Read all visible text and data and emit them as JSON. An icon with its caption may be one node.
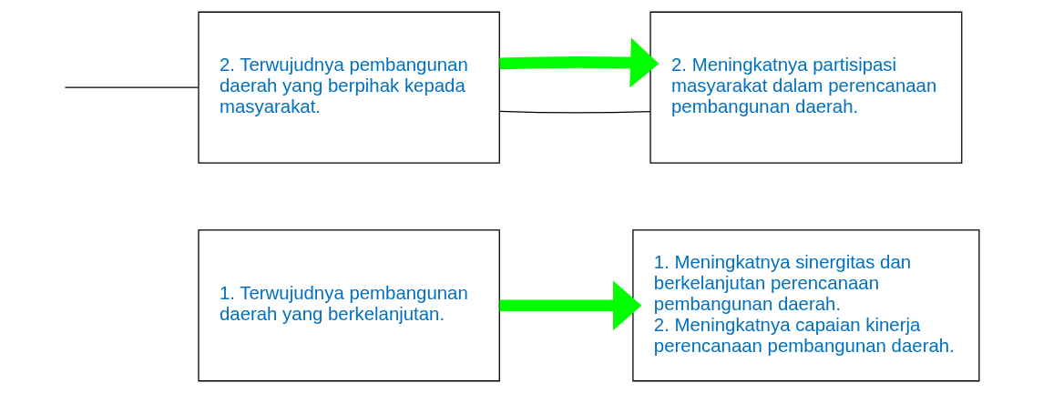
{
  "diagram": {
    "nodes": [
      {
        "text": [
          "1. Terwujudnya pembangunan daerah yang berkelanjutan."
        ]
      },
      {
        "text": [
          "1. Meningkatnya sinergitas dan berkelanjutan perencanaan pembangunan daerah.",
          "2. Meningkatnya capaian kinerja perencanaan pembangunan daerah."
        ]
      },
      {
        "text": [
          "2. Terwujudnya pembangunan daerah yang berpihak kepada masyarakat."
        ]
      },
      {
        "text": [
          "2. Meningkatnya partisipasi masyarakat dalam perencanaan pembangunan daerah."
        ]
      }
    ],
    "edges": [
      {
        "from": 0,
        "to": 1,
        "arrow": "to",
        "style": "thick",
        "color": "#00ff00"
      },
      {
        "from": null,
        "to": 2,
        "arrow": "none",
        "color": "#000000"
      },
      {
        "from": 2,
        "to": 3,
        "arrow": "none",
        "color": "#000000"
      },
      {
        "from": 2,
        "to": 3,
        "arrow": "to",
        "style": "thick",
        "color": "#00ff00"
      }
    ]
  }
}
